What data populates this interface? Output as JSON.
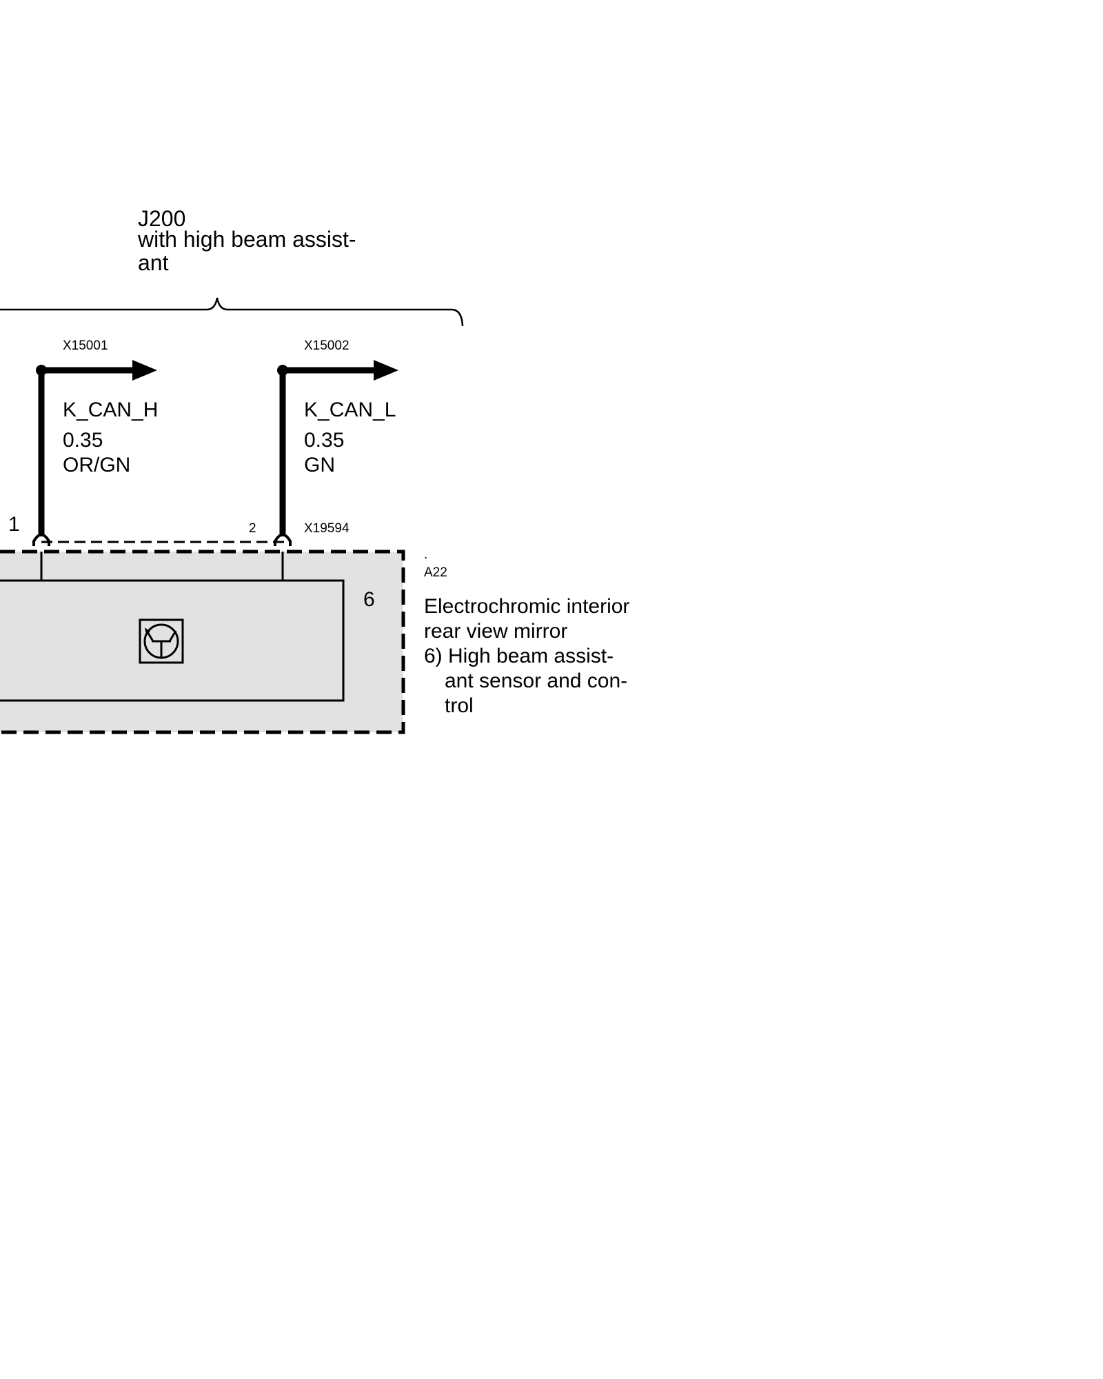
{
  "condition": {
    "code": "J200",
    "line1": "with high beam assist-",
    "line2": "ant"
  },
  "wires": [
    {
      "connector": "X15001",
      "signal": "K_CAN_H",
      "size": "0.35",
      "color_code": "OR/GN",
      "pin": "1"
    },
    {
      "connector": "X15002",
      "signal": "K_CAN_L",
      "size": "0.35",
      "color_code": "GN",
      "pin": "2"
    }
  ],
  "plug": "X19594",
  "component": {
    "dot": ".",
    "id": "A22",
    "variant_number": "6",
    "name_line1": "Electrochromic interior",
    "name_line2": "rear view mirror",
    "note_line1": "6) High beam assist-",
    "note_line2": "ant sensor and con-",
    "note_line3": "trol",
    "symbol": "transistor-icon"
  },
  "colors": {
    "line": "#000000",
    "component_fill": "#e2e2e2",
    "background": "#ffffff"
  }
}
